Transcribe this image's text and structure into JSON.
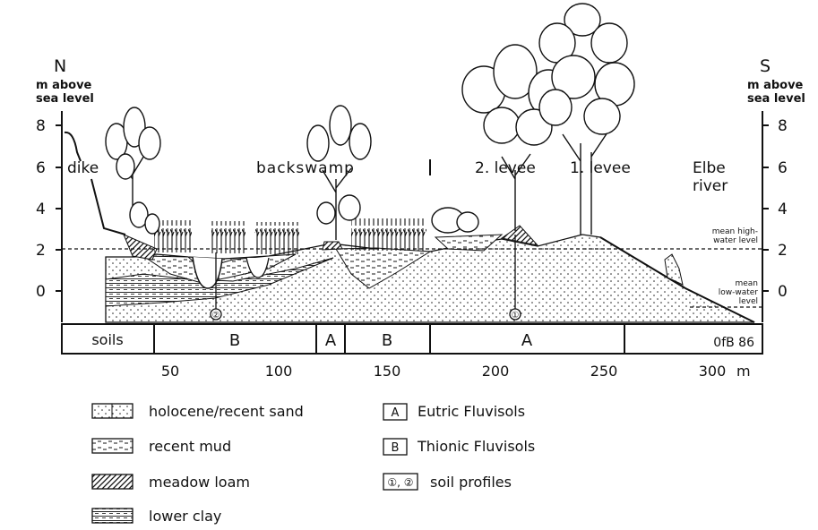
{
  "axis": {
    "left_dir": "N",
    "right_dir": "S",
    "left_unit_line1": "m above",
    "left_unit_line2": "sea level",
    "right_unit_line1": "m above",
    "right_unit_line2": "sea level",
    "y_ticks": [
      "8",
      "6",
      "4",
      "2",
      "0"
    ],
    "x_ticks": [
      "50",
      "100",
      "150",
      "200",
      "250",
      "300"
    ],
    "x_unit": "m"
  },
  "landforms": {
    "dike": "dike",
    "backswamp": "backswamp",
    "levee2": "2. levee",
    "levee1": "1. levee",
    "river_line1": "Elbe",
    "river_line2": "river"
  },
  "water_levels": {
    "high_line1": "mean high-",
    "high_line2": "water level",
    "low_line1": "mean",
    "low_line2": "low-water",
    "low_line3": "level"
  },
  "soil_bar": {
    "label": "soils",
    "segments": [
      "B",
      "A",
      "B",
      "A"
    ],
    "credit": "0fB 86"
  },
  "profiles": [
    "②",
    "①"
  ],
  "legend": {
    "sand": "holocene/recent sand",
    "mud": "recent mud",
    "loam": "meadow loam",
    "clay": "lower clay",
    "a_key": "A",
    "a_label": "Eutric Fluvisols",
    "b_key": "B",
    "b_label": "Thionic Fluvisols",
    "p_key": "①, ②",
    "p_label": "soil profiles"
  }
}
